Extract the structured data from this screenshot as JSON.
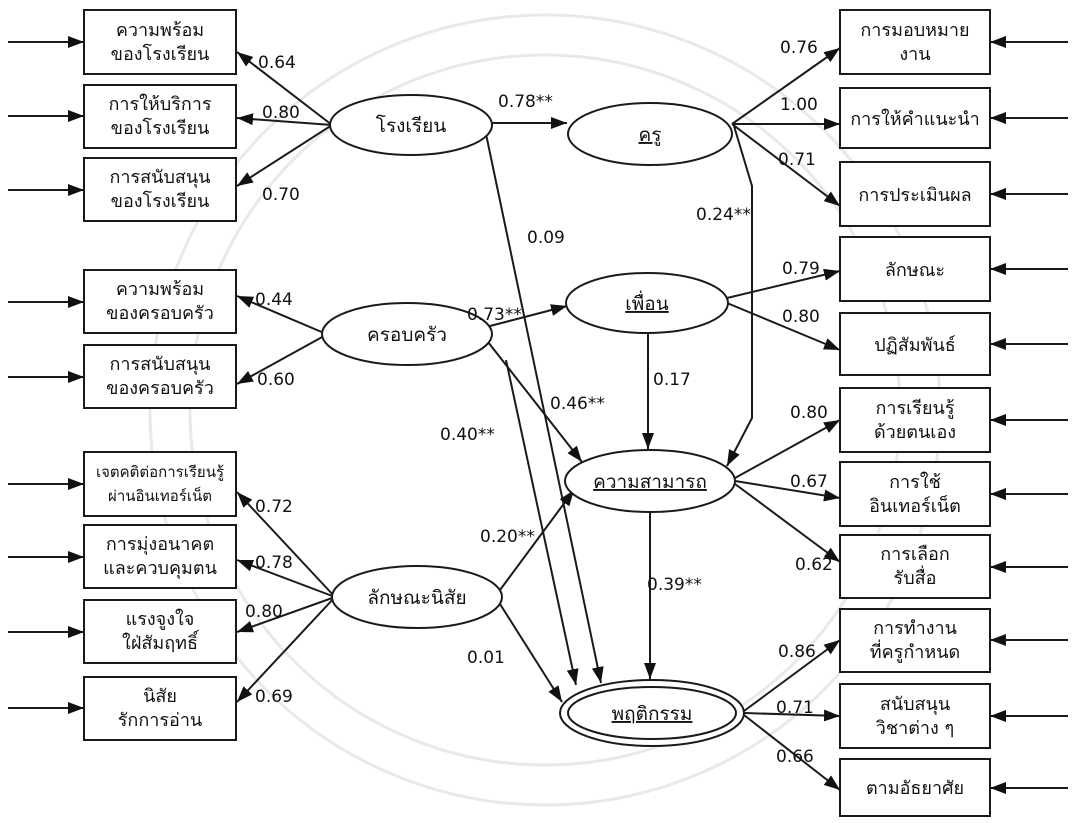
{
  "left_indicators": [
    {
      "lines": [
        "ความพร้อม",
        "ของโรงเรียน"
      ]
    },
    {
      "lines": [
        "การให้บริการ",
        "ของโรงเรียน"
      ]
    },
    {
      "lines": [
        "การสนับสนุน",
        "ของโรงเรียน"
      ]
    },
    {
      "lines": [
        "ความพร้อม",
        "ของครอบครัว"
      ]
    },
    {
      "lines": [
        "การสนับสนุน",
        "ของครอบครัว"
      ]
    },
    {
      "lines": [
        "เจตคติต่อการเรียนรู้",
        "ผ่านอินเทอร์เน็ต"
      ]
    },
    {
      "lines": [
        "การมุ่งอนาคต",
        "และควบคุมตน"
      ]
    },
    {
      "lines": [
        "แรงจูงใจ",
        "ใฝ่สัมฤทธิ์"
      ]
    },
    {
      "lines": [
        "นิสัย",
        "รักการอ่าน"
      ]
    }
  ],
  "right_indicators": [
    {
      "lines": [
        "การมอบหมาย",
        "งาน"
      ]
    },
    {
      "lines": [
        "การให้คำแนะนำ"
      ]
    },
    {
      "lines": [
        "การประเมินผล"
      ]
    },
    {
      "lines": [
        "ลักษณะ"
      ]
    },
    {
      "lines": [
        "ปฏิสัมพันธ์"
      ]
    },
    {
      "lines": [
        "การเรียนรู้",
        "ด้วยตนเอง"
      ]
    },
    {
      "lines": [
        "การใช้",
        "อินเทอร์เน็ต"
      ]
    },
    {
      "lines": [
        "การเลือก",
        "รับสื่อ"
      ]
    },
    {
      "lines": [
        "การทำงาน",
        "ที่ครูกำหนด"
      ]
    },
    {
      "lines": [
        "สนับสนุน",
        "วิชาต่าง ๆ"
      ]
    },
    {
      "lines": [
        "ตามอัธยาศัย"
      ]
    }
  ],
  "latent": {
    "school": "โรงเรียน",
    "teacher": "ครู",
    "family": "ครอบครัว",
    "friend": "เพื่อน",
    "ability": "ความสามารถ",
    "character": "ลักษณะนิสัย",
    "behavior": "พฤติกรรม"
  },
  "coefficients": {
    "school_to_readiness": "0.64",
    "school_to_service": "0.80",
    "school_to_support": "0.70",
    "school_to_teacher": "0.78**",
    "school_to_behavior": "0.09",
    "teacher_to_ability": "0.24**",
    "teacher_to_assignment": "0.76",
    "teacher_to_advice": "1.00",
    "teacher_to_evaluation": "0.71",
    "friend_to_trait": "0.79",
    "friend_to_interaction": "0.80",
    "family_to_readiness": "0.44",
    "family_to_friend": "0.73**",
    "family_to_support": "0.60",
    "friend_to_ability": "0.17",
    "family_to_ability": "0.46**",
    "family_to_behavior": "0.40**",
    "ability_to_selflearning": "0.80",
    "ability_to_internet": "0.67",
    "ability_to_media": "0.62",
    "character_to_attitude": "0.72",
    "character_to_future": "0.78",
    "character_to_ability": "0.20**",
    "character_to_motivation": "0.80",
    "ability_to_behavior": "0.39**",
    "character_to_behavior": "0.01",
    "character_to_reading": "0.69",
    "behavior_to_work": "0.86",
    "behavior_to_subjects": "0.71",
    "behavior_to_leisure": "0.66"
  }
}
